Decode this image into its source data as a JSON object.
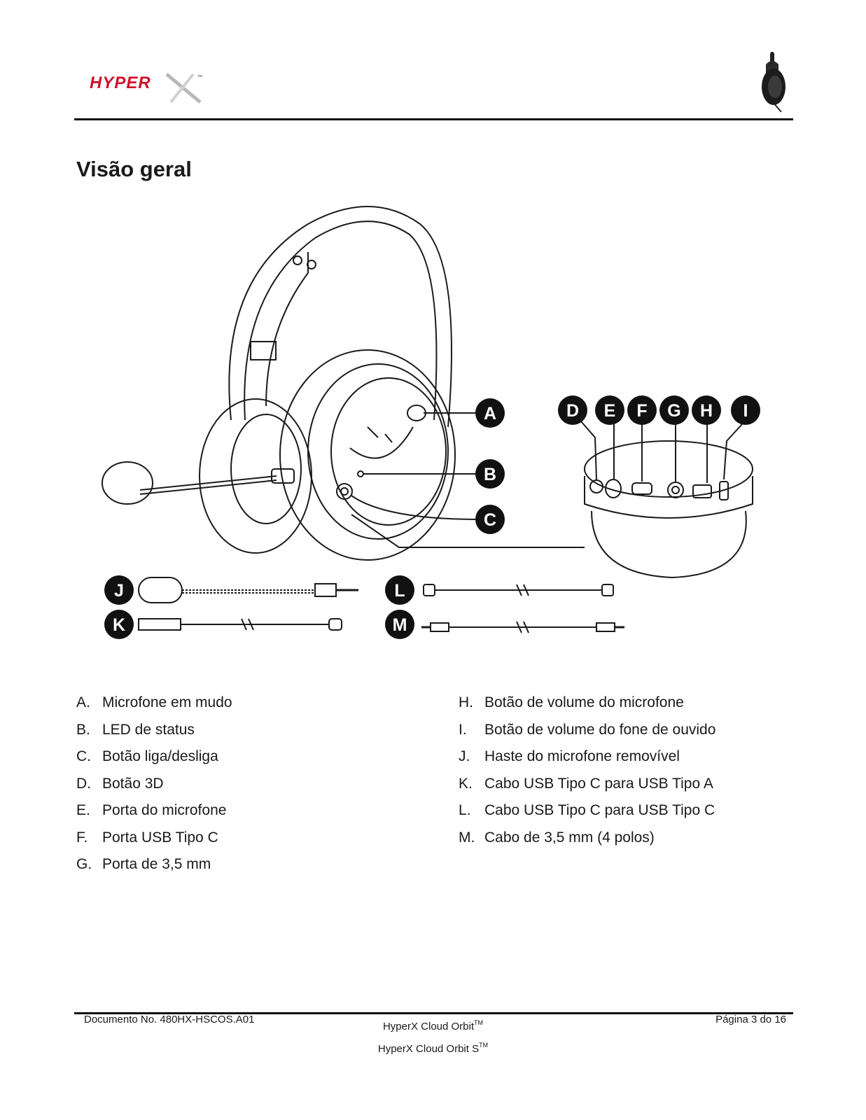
{
  "header": {
    "logo_text": "HYPERX",
    "logo_trademark": "™",
    "logo_color": "#d0112b"
  },
  "page_title": "Visão geral",
  "figure": {
    "callouts": [
      "A",
      "B",
      "C",
      "D",
      "E",
      "F",
      "G",
      "H",
      "I",
      "J",
      "K",
      "L",
      "M"
    ]
  },
  "legend": {
    "left": [
      {
        "letter": "A.",
        "text": "Microfone em mudo"
      },
      {
        "letter": "B.",
        "text": "LED de status"
      },
      {
        "letter": "C.",
        "text": "Botão liga/desliga"
      },
      {
        "letter": "D.",
        "text": "Botão 3D"
      },
      {
        "letter": "E.",
        "text": "Porta do microfone"
      },
      {
        "letter": "F.",
        "text": "Porta USB Tipo C"
      },
      {
        "letter": "G.",
        "text": "Porta de 3,5 mm"
      }
    ],
    "right": [
      {
        "letter": "H.",
        "text": "Botão de volume do microfone"
      },
      {
        "letter": "I.",
        "text": "Botão de volume do fone de ouvido"
      },
      {
        "letter": "J.",
        "text": "Haste do microfone removível"
      },
      {
        "letter": "K.",
        "text": "Cabo USB Tipo C para USB Tipo A"
      },
      {
        "letter": "L.",
        "text": "Cabo USB Tipo C para USB Tipo C"
      },
      {
        "letter": "M.",
        "text": "Cabo de 3,5 mm (4 polos)"
      }
    ]
  },
  "footer": {
    "document_number": "Documento No. 480HX-HSCOS.A01",
    "product_line1": "HyperX Cloud Orbit",
    "product_line2": "HyperX Cloud Orbit S",
    "trademark": "TM",
    "page": "Página 3 do 16"
  }
}
